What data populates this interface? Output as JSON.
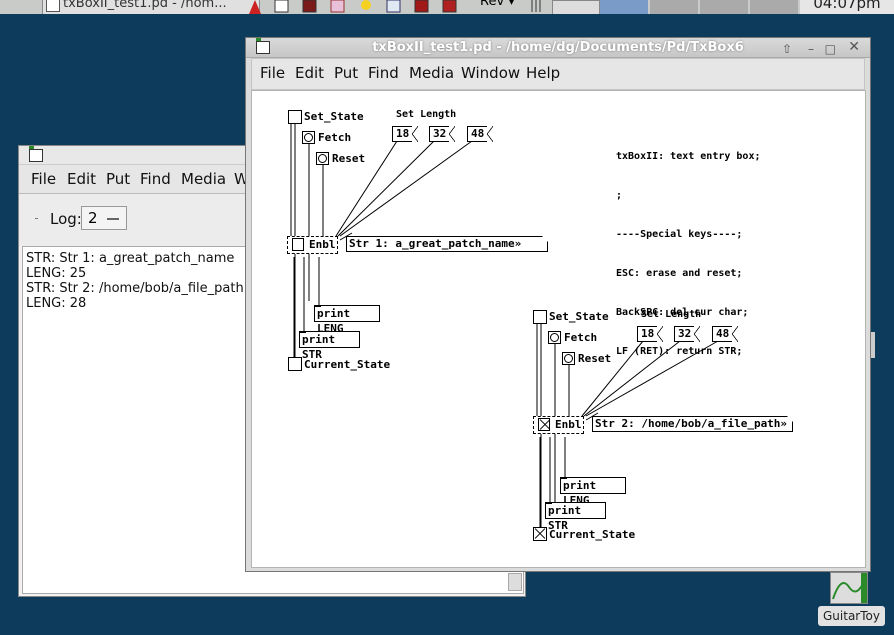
{
  "taskbar": {
    "task_title": "txBoxII_test1.pd  - /hom...",
    "rev_label": "Rev",
    "clock": "04:07pm"
  },
  "log_window": {
    "title": "Pd",
    "menu": [
      "File",
      "Edit",
      "Put",
      "Find",
      "Media",
      "W"
    ],
    "log_label": "Log:",
    "log_level": "2",
    "lines": [
      "STR: Str 1: a_great_patch_name",
      "LENG: 25",
      "STR: Str 2: /home/bob/a_file_path",
      "LENG: 28"
    ]
  },
  "patch_window": {
    "title": "txBoxII_test1.pd  - /home/dg/Documents/Pd/TxBox6",
    "menu": [
      "File",
      "Edit",
      "Put",
      "Find",
      "Media",
      "Window",
      "Help"
    ],
    "comment_lines": [
      "txBoxII: text entry box;",
      ";",
      "----Special keys----;",
      "ESC: erase and reset;",
      "BackSPC: del cur char;",
      "LF (RET): return STR;"
    ],
    "group1": {
      "set_state": "Set_State",
      "fetch": "Fetch",
      "reset": "Reset",
      "set_length": "Set Length",
      "msgs": [
        "18",
        "32",
        "48"
      ],
      "enbl": "Enbl",
      "symbol": "Str 1: a_great_patch_name»",
      "print_leng": "print LENG",
      "print_str": "print STR",
      "current_state": "Current_State",
      "current_state_on": false
    },
    "group2": {
      "set_state": "Set_State",
      "fetch": "Fetch",
      "reset": "Reset",
      "set_length": "Set Length",
      "msgs": [
        "18",
        "32",
        "48"
      ],
      "enbl": "Enbl",
      "symbol": "Str 2: /home/bob/a_file_path»",
      "print_leng": "print LENG",
      "print_str": "print STR",
      "current_state": "Current_State",
      "current_state_on": true
    }
  },
  "desktop_icon": {
    "label": "GuitarToy"
  }
}
